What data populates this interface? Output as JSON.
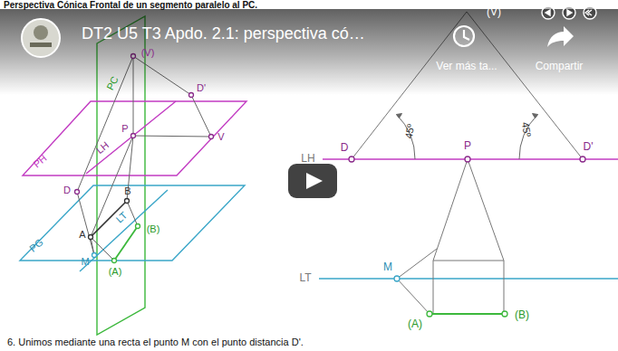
{
  "diagram": {
    "title": "Perspectiva Cónica Frontal de un segmento paralelo al PC.",
    "caption": "6. Unimos mediante una recta el punto M con el punto distancia D'.",
    "labels": [
      "DT2 U5 T3 Apdo. 2.1: perspectiva có…",
      "Ver más ta...",
      "Compartir",
      "(V)",
      "PC",
      "D'",
      "PH",
      "LH",
      "P",
      "V",
      "D",
      "B",
      "A",
      "LT",
      "(B)",
      "PG",
      "M",
      "(A)",
      "(V)",
      "45º",
      "45º",
      "D",
      "LH",
      "P",
      "D'",
      "M",
      "LT",
      "(A)",
      "(B)"
    ]
  }
}
